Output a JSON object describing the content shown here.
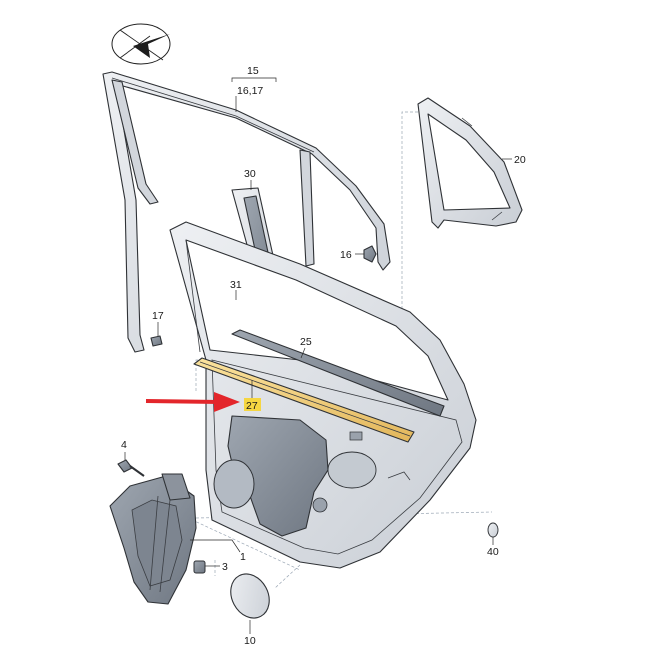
{
  "diagram": {
    "callouts": {
      "p1": "1",
      "p3": "3",
      "p4": "4",
      "p10": "10",
      "p15": "15",
      "p16_17": "16,17",
      "p16": "16",
      "p17": "17",
      "p20": "20",
      "p25": "25",
      "p27": "27",
      "p30": "30",
      "p31": "31",
      "p40": "40"
    },
    "colors": {
      "panel": "#d9dde2",
      "panel_dark": "#aab1ba",
      "seal": "#b7bcc3",
      "highlight_strip": "#f3cf7a",
      "highlight_label": "#f5d642",
      "pointer_arrow": "#e3262b"
    },
    "icons": {
      "orientation": "direction-arrow-icon"
    }
  }
}
